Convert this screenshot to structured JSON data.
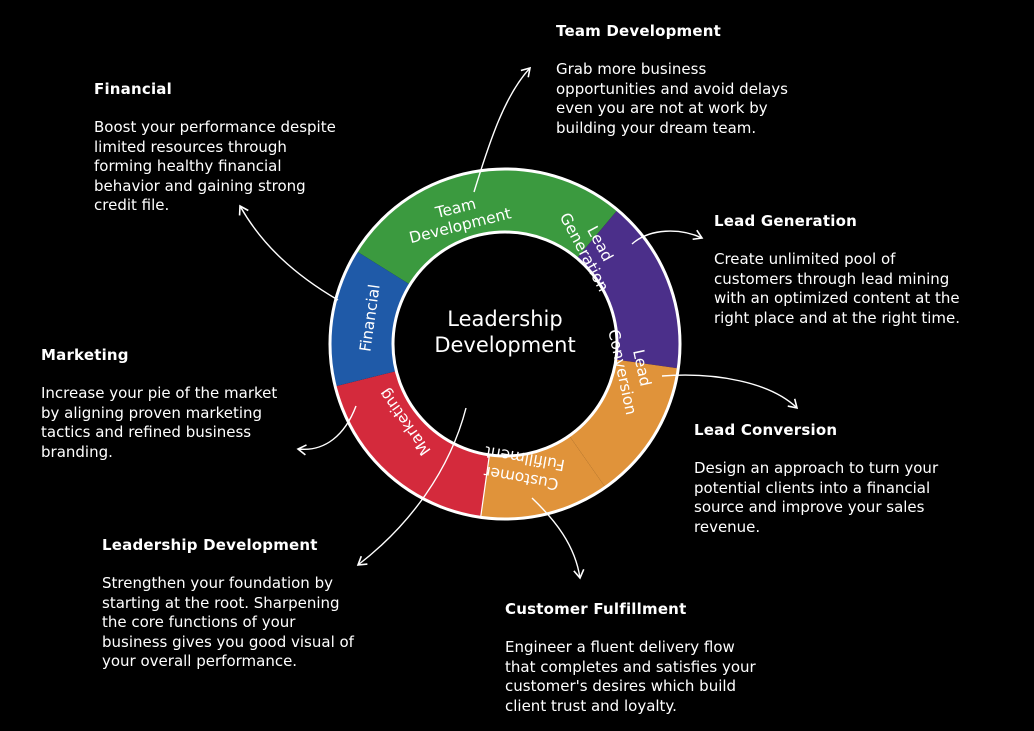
{
  "center": {
    "line1": "Leadership",
    "line2": "Development"
  },
  "segments": [
    {
      "id": "team",
      "label_lines": [
        "Team",
        "Development"
      ],
      "color": "#3b9a3f"
    },
    {
      "id": "leadgen",
      "label_lines": [
        "Lead",
        "Generation"
      ],
      "color": "#4b2f8a"
    },
    {
      "id": "leadconv",
      "label_lines": [
        "Lead",
        "Conversion"
      ],
      "color": "#e0933a"
    },
    {
      "id": "customer",
      "label_lines": [
        "Customer",
        "Fulfillment"
      ],
      "color": "#e0933a"
    },
    {
      "id": "marketing",
      "label_lines": [
        "Marketing"
      ],
      "color": "#d42a3c"
    },
    {
      "id": "financial",
      "label_lines": [
        "Financial"
      ],
      "color": "#1f5aa8"
    }
  ],
  "blocks": {
    "team_development": {
      "title": "Team Development",
      "lines": [
        "Grab more business",
        "opportunities and avoid delays",
        "even you are not at work by",
        "building your dream team."
      ]
    },
    "financial": {
      "title": "Financial",
      "lines": [
        "Boost your performance despite",
        "limited resources through",
        "forming healthy financial",
        "behavior and gaining strong",
        "credit file."
      ]
    },
    "lead_generation": {
      "title": "Lead Generation",
      "lines": [
        "Create unlimited pool of",
        "customers through lead mining",
        "with an optimized content at the",
        "right place and at the right time."
      ]
    },
    "marketing": {
      "title": "Marketing",
      "lines": [
        "Increase your pie of the market",
        "by aligning proven marketing",
        "tactics and refined business",
        "branding."
      ]
    },
    "lead_conversion": {
      "title": "Lead Conversion",
      "lines": [
        "Design an approach to turn your",
        "potential clients into a financial",
        "source and improve your sales",
        "revenue."
      ]
    },
    "leadership_development": {
      "title": "Leadership Development",
      "lines": [
        "Strengthen your foundation by",
        "starting at the root. Sharpening",
        "the core functions of your",
        "business gives you good visual of",
        "your overall performance."
      ]
    },
    "customer_fulfillment": {
      "title": "Customer Fulfillment",
      "lines": [
        "Engineer a fluent delivery flow",
        "that completes and satisfies your",
        "customer's desires which build",
        "client trust and loyalty."
      ]
    }
  },
  "colors": {
    "background": "#000000",
    "arrow": "#ffffff",
    "text": "#ffffff"
  }
}
